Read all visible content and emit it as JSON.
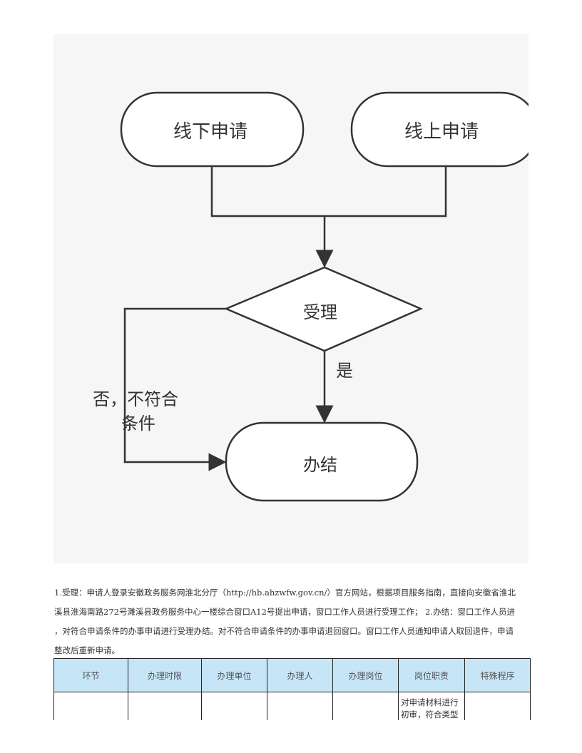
{
  "flowchart": {
    "offline_apply": "线下申请",
    "online_apply": "线上申请",
    "accept": "受理",
    "yes": "是",
    "no_line1": "否，不符合",
    "no_line2": "条件",
    "complete": "办结"
  },
  "paragraph": [
    "1.受理：申请人登录安徽政务服务网淮北分厅（http://hb.ahzwfw.gov.cn/）官方网站，根据项目服务指南，直接向安徽省淮北",
    "溪县淮海南路272号濉溪县政务服务中心一楼综合窗口A12号提出申请，窗口工作人员进行受理工作； 2.办结：窗口工作人员进",
    "，对符合申请条件的办事申请进行受理办结。对不符合申请条件的办事申请退回窗口。窗口工作人员通知申请人取回退件，申请",
    "整改后重新申请。"
  ],
  "table": {
    "headers": [
      "环节",
      "办理时限",
      "办理单位",
      "办理人",
      "办理岗位",
      "岗位职责",
      "特殊程序"
    ],
    "rows": [
      [
        "",
        "",
        "",
        "",
        "",
        "对申请材料进行初审，符合类型",
        ""
      ]
    ]
  }
}
